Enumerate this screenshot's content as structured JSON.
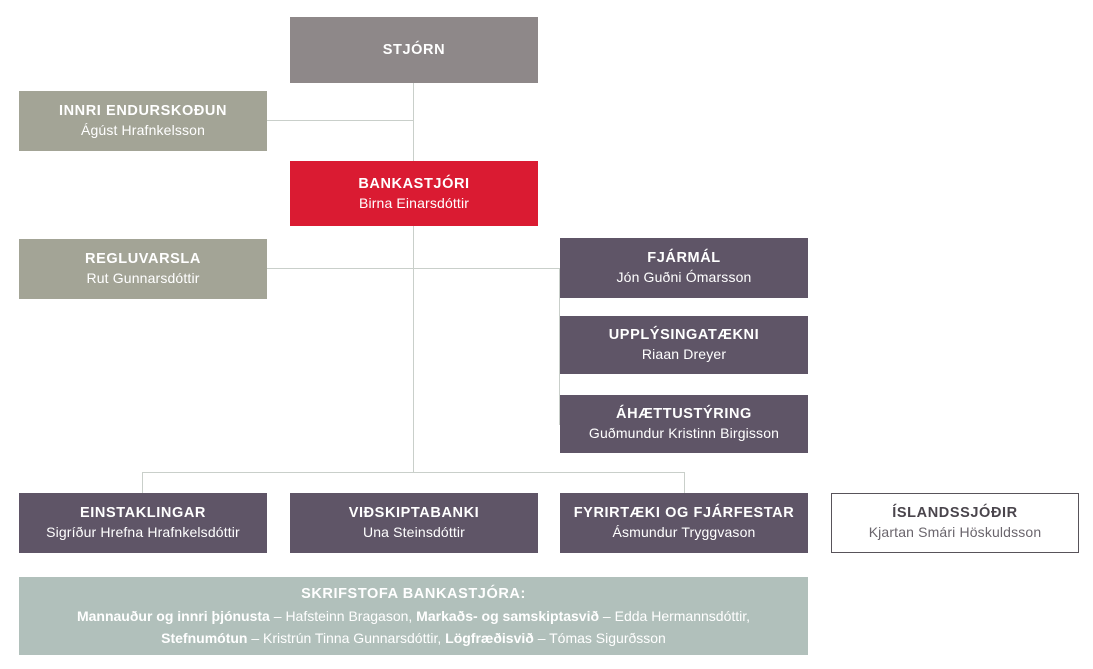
{
  "boxes": {
    "stjorn": {
      "title": "STJÓRN",
      "person": ""
    },
    "innri": {
      "title": "INNRI ENDURSKOÐUN",
      "person": "Ágúst Hrafnkelsson"
    },
    "bankastjori": {
      "title": "BANKASTJÓRI",
      "person": "Birna Einarsdóttir"
    },
    "regluvarsla": {
      "title": "REGLUVARSLA",
      "person": "Rut Gunnarsdóttir"
    },
    "fjarmal": {
      "title": "FJÁRMÁL",
      "person": "Jón Guðni Ómarsson"
    },
    "upplysinga": {
      "title": "UPPLÝSINGATÆKNI",
      "person": "Riaan Dreyer"
    },
    "ahaettu": {
      "title": "ÁHÆTTUSTÝRING",
      "person": "Guðmundur Kristinn Birgisson"
    },
    "einstaklingar": {
      "title": "EINSTAKLINGAR",
      "person": "Sigríður Hrefna Hrafnkelsdóttir"
    },
    "vidskiptabanki": {
      "title": "VIÐSKIPTABANKI",
      "person": "Una Steinsdóttir"
    },
    "fyrirtaeki": {
      "title": "FYRIRTÆKI OG FJÁRFESTAR",
      "person": "Ásmundur Tryggvason"
    },
    "islandssjodir": {
      "title": "ÍSLANDSSJÓÐIR",
      "person": "Kjartan Smári Höskuldsson"
    }
  },
  "office": {
    "heading": "SKRIFSTOFA BANKASTJÓRA:",
    "line1": {
      "unit1": "Mannauður og innri þjónusta",
      "dash1": " – ",
      "name1": "Hafsteinn Bragason,",
      "unit2": " Markaðs- og samskiptasvið",
      "dash2": " – ",
      "name2": "Edda Hermannsdóttir,"
    },
    "line2": {
      "unit3": "Stefnumótun",
      "dash3": " – ",
      "name3": "Kristrún Tinna Gunnarsdóttir,",
      "unit4": " Lögfræðisvið",
      "dash4": " – ",
      "name4": "Tómas Sigurðsson"
    }
  },
  "colors": {
    "board_gray": "#8e8889",
    "staff_olive": "#a3a496",
    "ceo_red": "#da1b32",
    "division_purple": "#5f5567",
    "office_green": "#b1c0bb",
    "outline_border": "#58535a",
    "connector": "#c9cfca"
  }
}
